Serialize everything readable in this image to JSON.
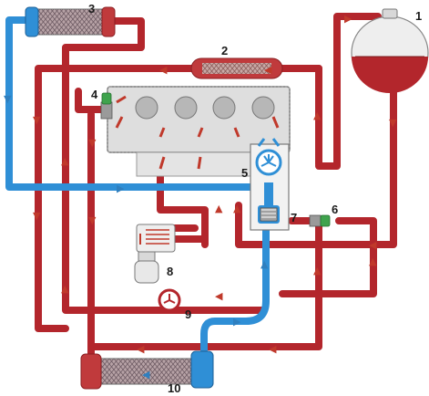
{
  "colors": {
    "hot": "#b3262c",
    "cold": "#2f8fd6",
    "engine_block": "#dcdcdc",
    "cylinder": "#b8b8b8",
    "outline": "#6a6a6a",
    "sensor": "#3fa34d",
    "valve": "#9a9a9a",
    "arrow_hot": "#c0392b",
    "arrow_cold": "#2f7fbf"
  },
  "labels": {
    "expansion_tank": "1",
    "egr_cooler": "2",
    "heater_core": "3",
    "temp_sensor_head": "4",
    "water_pump": "5",
    "temp_sensor_outlet": "6",
    "thermostat": "7",
    "oil_cooler": "8",
    "aux_pump": "9",
    "radiator": "10"
  },
  "icons": {
    "pump": "impeller-icon",
    "sensor": "sensor-icon",
    "flow": "flow-arrow-icon"
  }
}
